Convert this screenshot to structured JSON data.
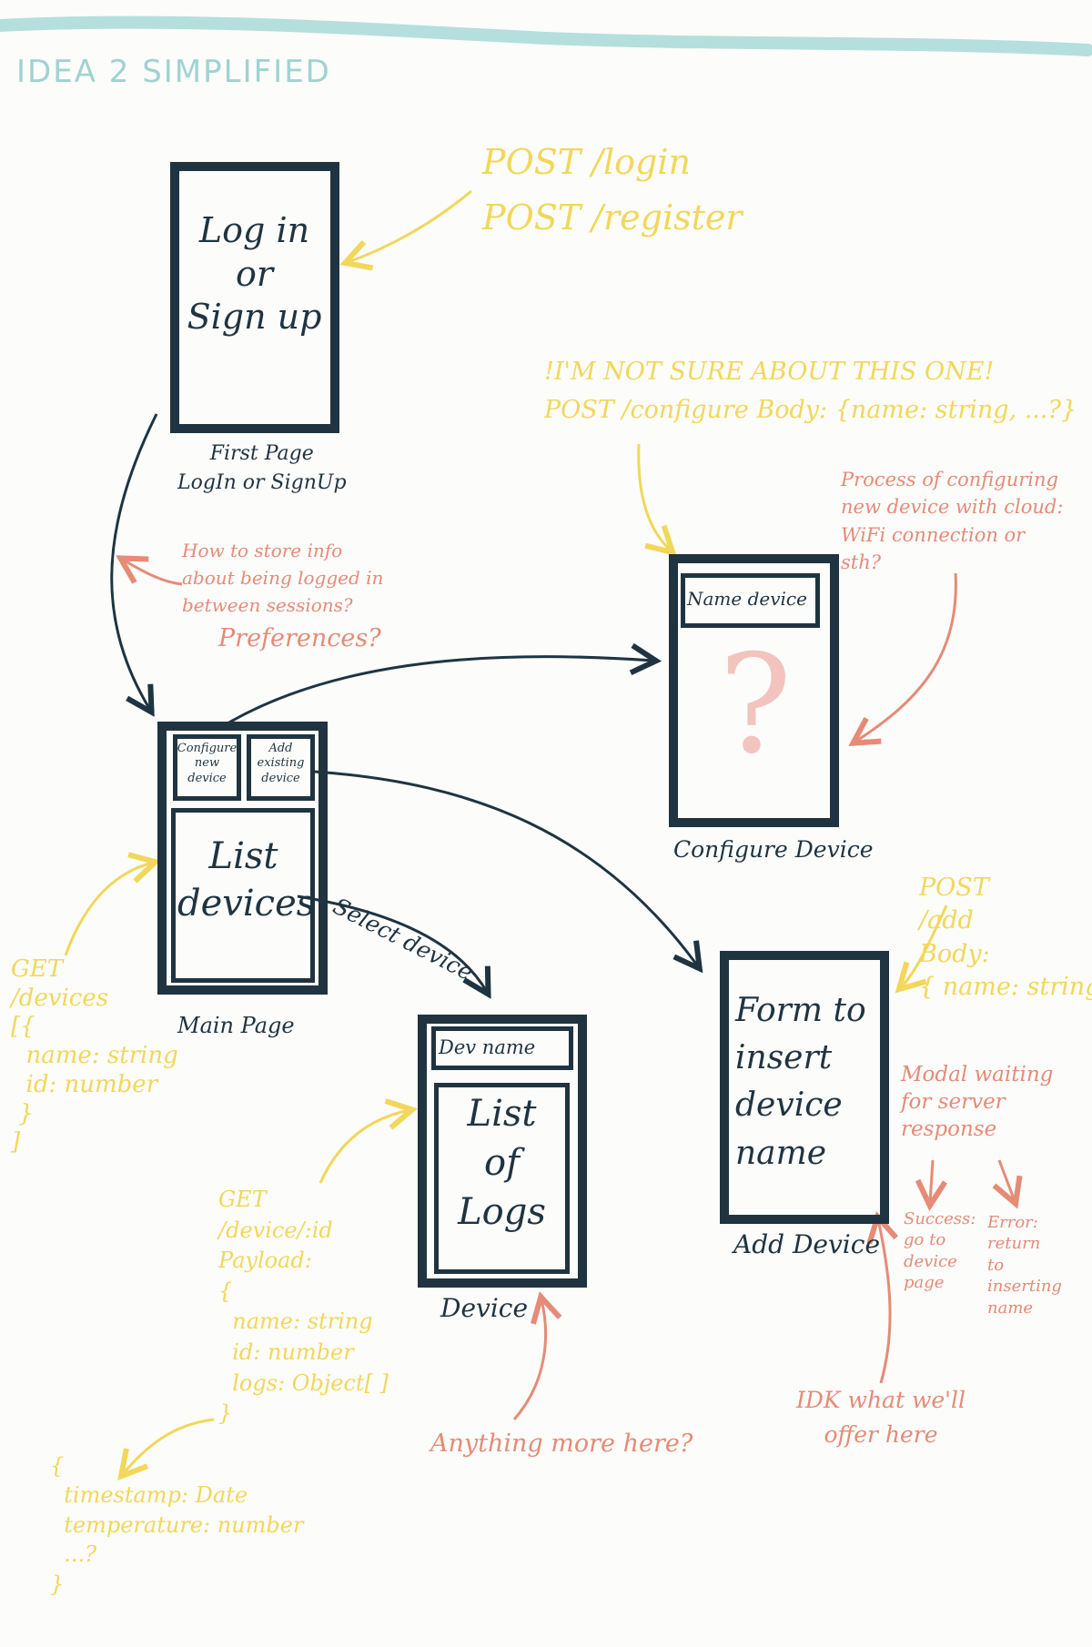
{
  "colors": {
    "dark": "#1f3440",
    "yellow": "#f2d75a",
    "salmon": "#e58b76",
    "teal": "#9fd3d0",
    "pink": "#f3c4bd"
  },
  "title": "IDEA 2 SIMPLIFIED",
  "screens": {
    "first_page": {
      "content": "Log in\nor\nSign up",
      "caption": "First Page\nLogIn or SignUp"
    },
    "main_page": {
      "configure_label": "Configure\nnew\ndevice",
      "add_label": "Add\nexisting\ndevice",
      "content": "List\ndevices",
      "caption": "Main Page"
    },
    "configure_device": {
      "name_field": "Name device",
      "placeholder": "?",
      "caption": "Configure Device"
    },
    "device": {
      "name_field": "Dev name",
      "content": "List\nof\nLogs",
      "caption": "Device"
    },
    "add_device": {
      "content": "Form to\ninsert\ndevice\nname",
      "caption": "Add Device"
    }
  },
  "arrows": {
    "select_device": "Select device"
  },
  "notes": {
    "login_api": "POST /login\nPOST /register",
    "configure_api": "!I'M NOT SURE ABOUT THIS ONE!\nPOST /configure Body: {name: string, ...?}",
    "configure_process": "Process of configuring\nnew device with cloud:\nWiFi connection or\nsth?",
    "session_storage": "How to store info\nabout being logged in\nbetween sessions?",
    "preferences": "Preferences?",
    "get_devices": "GET\n/devices\n[{\n  name: string\n  id: number\n }\n]",
    "add_api": "POST\n/add\nBody:\n{ name: string }",
    "modal": "Modal waiting\nfor server\nresponse",
    "success": "Success:\ngo to\ndevice\npage",
    "error": "Error:\nreturn\nto\ninserting\nname",
    "get_device_id": "GET\n/device/:id\nPayload:\n{\n  name: string\n  id: number\n  logs: Object[ ]\n}",
    "log_object": "{\n  timestamp: Date\n  temperature: number\n  ...?\n}",
    "anything_more": "Anything more here?",
    "idk": "IDK what we'll\noffer here"
  }
}
